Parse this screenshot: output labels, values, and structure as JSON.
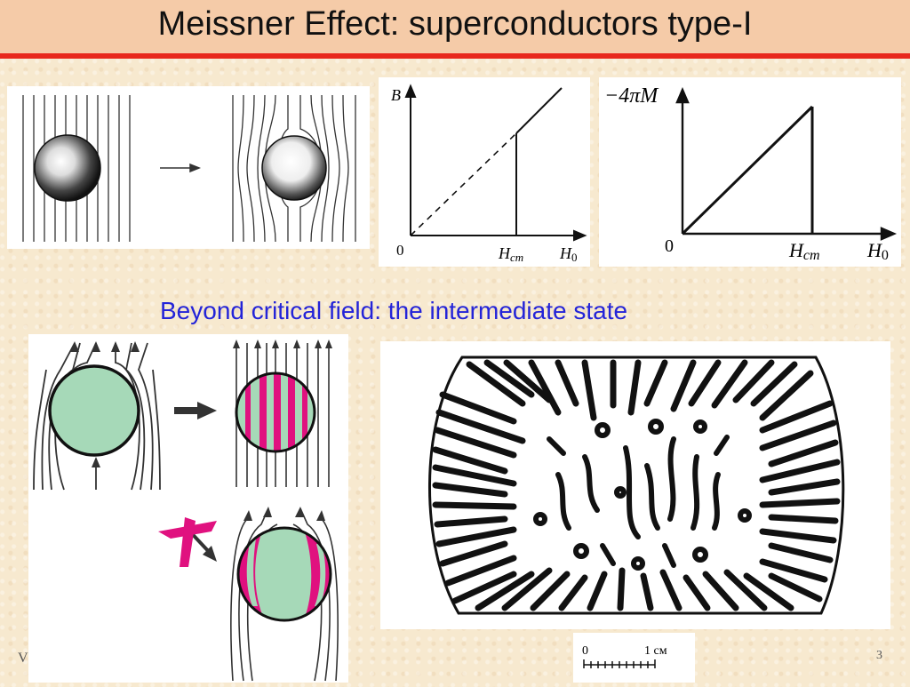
{
  "slide": {
    "title": "Meissner Effect: superconductors type-I",
    "subtitle": "Beyond critical field: the intermediate state",
    "footer_left": "V",
    "page_number": "3"
  },
  "graph_B": {
    "y_label": "B",
    "origin": "0",
    "h_cm_label": "H",
    "h_cm_sub": "cm",
    "x_label": "H",
    "x_sub": "0"
  },
  "graph_M": {
    "y_label": "−4πM",
    "origin": "0",
    "h_cm_label": "H",
    "h_cm_sub": "cm",
    "x_label": "H",
    "x_sub": "0"
  },
  "scale_bar": {
    "left_label": "0",
    "right_label": "1 см"
  },
  "colors": {
    "title_bg": "#f5cba8",
    "title_rule": "#e8281c",
    "subtitle": "#2424d8",
    "sphere_green": "#a6d9b8",
    "stripe_magenta": "#e0117f"
  }
}
